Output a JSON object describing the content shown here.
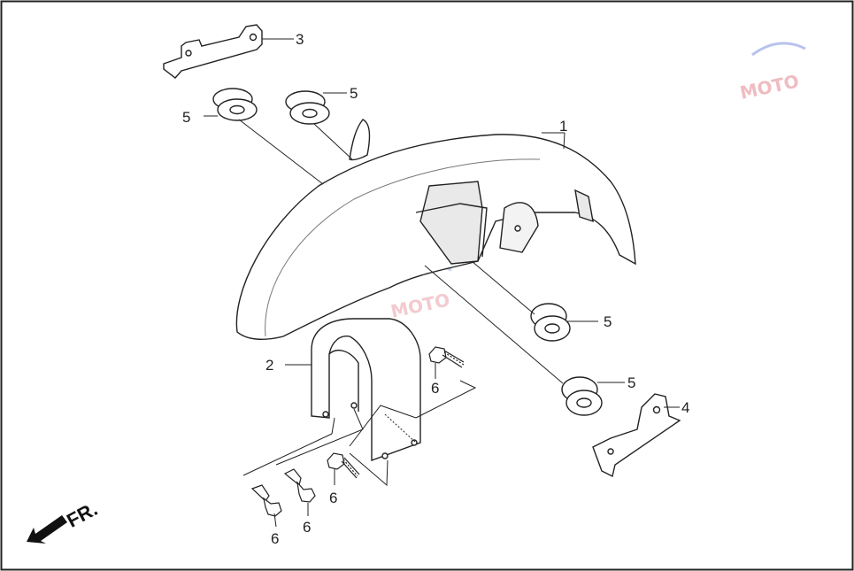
{
  "callouts": {
    "part1": "1",
    "part2": "2",
    "part3": "3",
    "part4": "4",
    "part5": "5",
    "part6": "6"
  },
  "direction_label": "FR.",
  "watermark_text": "MOTO",
  "colors": {
    "line": "#222222",
    "part_fill": "#ffffff",
    "part_shade": "#e9e9e9",
    "watermark": "#e8a0a8",
    "watermark_accent": "#9aa9e6"
  }
}
